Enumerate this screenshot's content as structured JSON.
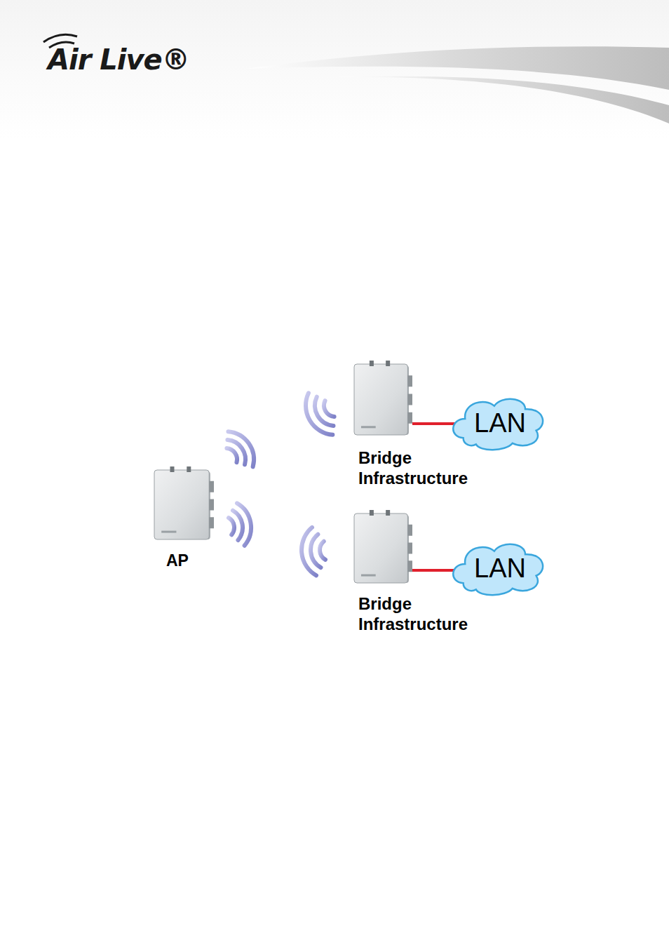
{
  "diagram": {
    "nodes": [
      {
        "text": [
          "Bridge Infrastructure"
        ]
      },
      {
        "text": [
          "LAN"
        ]
      },
      {
        "text": [
          "AP"
        ]
      },
      {
        "text": [
          "Bridge Infrastructure"
        ]
      },
      {
        "text": [
          "LAN"
        ]
      }
    ],
    "edges": [
      {
        "from": 0,
        "to": 1,
        "arrow": "none"
      },
      {
        "from": 3,
        "to": 4,
        "arrow": "none"
      }
    ],
    "labels": [
      "Air Live®"
    ]
  }
}
